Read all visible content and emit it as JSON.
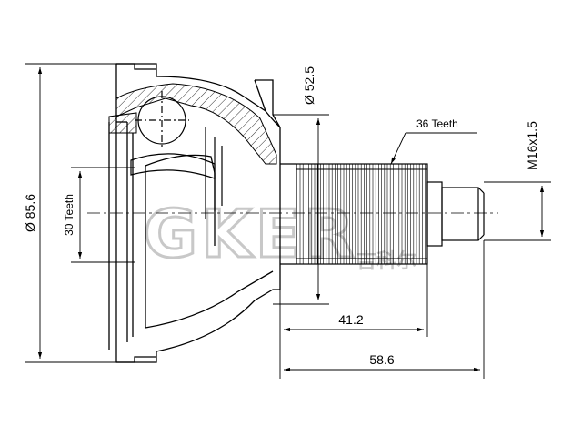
{
  "drawing": {
    "dimensions": {
      "outer_diameter": "Ø 85.6",
      "flange_diameter": "Ø 52.5",
      "thread": "M16x1.5",
      "inner_teeth": "30 Teeth",
      "outer_teeth": "36 Teeth",
      "length_short": "41.2",
      "length_total": "58.6"
    },
    "watermark": {
      "brand": "GKER",
      "chinese": "吉科尔"
    },
    "colors": {
      "line": "#000000",
      "watermark": "#c8c8c8"
    }
  }
}
